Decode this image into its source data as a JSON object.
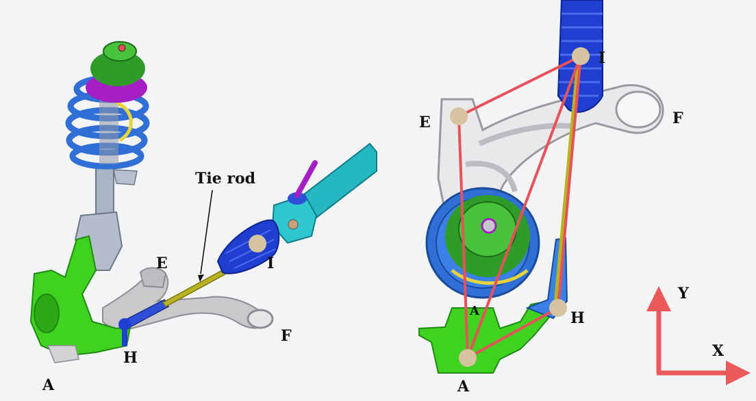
{
  "labels": {
    "tie_rod": "Tie rod",
    "left": {
      "E": "E",
      "F": "F",
      "H": "H",
      "I": "I",
      "A": "A"
    },
    "right": {
      "E": "E",
      "F": "F",
      "H": "H",
      "I": "I",
      "A": "A",
      "A_upper": "A"
    },
    "axes": {
      "x": "X",
      "y": "Y"
    }
  },
  "colors": {
    "background": "#f3f4f6",
    "spring": "#2f6fd6",
    "strut": "#a9b4c4",
    "knuckle": "#3fd21f",
    "control_arm": "#c9c9cc",
    "boot": "#1f3fd0",
    "rack": "#25b7c4",
    "tie_rod": "#b8b321",
    "mount_top": "#2f9c2a",
    "mount_purple": "#a51fc4",
    "marker": "#d6c4a0",
    "link_line": "#e8505a",
    "axis_arrow": "#ea5a5a"
  }
}
